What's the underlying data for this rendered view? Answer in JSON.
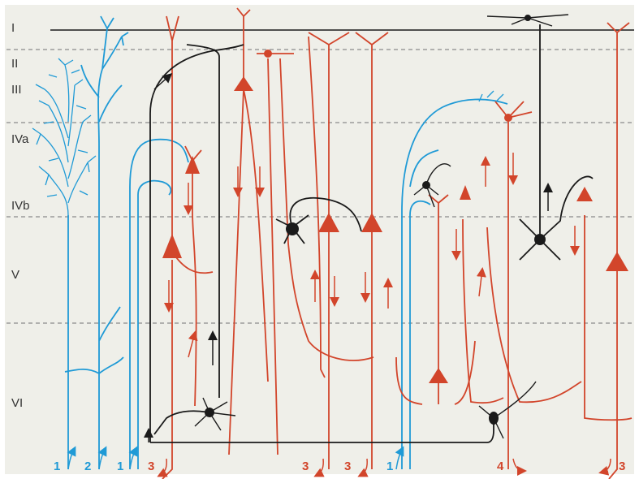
{
  "colors": {
    "background": "#efefe9",
    "afferent": "#1f9ad6",
    "pyramidal": "#d2452b",
    "interneuron": "#1a1a1a",
    "layer_line": "#8a8a8a"
  },
  "layers": [
    "I",
    "II",
    "III",
    "IVa",
    "IVb",
    "V",
    "VI"
  ],
  "pathway_numbers": [
    {
      "label": "1",
      "kind": "afferent"
    },
    {
      "label": "2",
      "kind": "afferent"
    },
    {
      "label": "1",
      "kind": "afferent"
    },
    {
      "label": "3",
      "kind": "pyramidal"
    },
    {
      "label": "3",
      "kind": "pyramidal"
    },
    {
      "label": "3",
      "kind": "pyramidal"
    },
    {
      "label": "1",
      "kind": "afferent"
    },
    {
      "label": "4",
      "kind": "pyramidal"
    },
    {
      "label": "3",
      "kind": "pyramidal"
    }
  ]
}
